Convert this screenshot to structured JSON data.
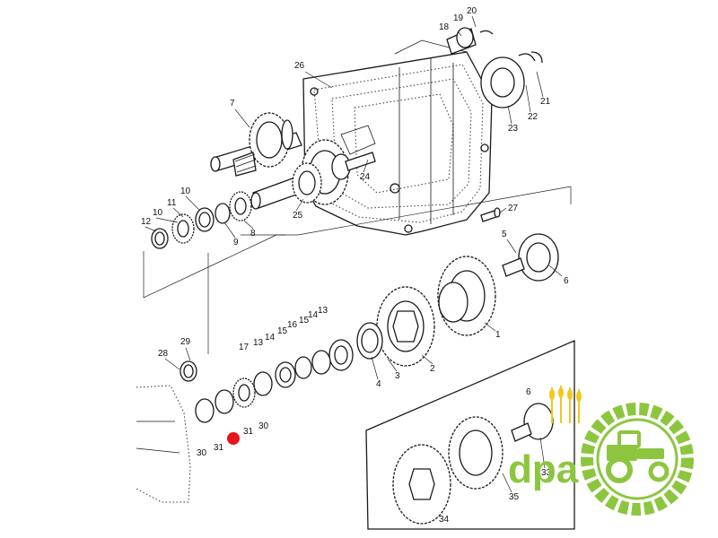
{
  "labels": {
    "p1": "1",
    "p2": "2",
    "p3": "3",
    "p4": "4",
    "p5": "5",
    "p6a": "6",
    "p6b": "6",
    "p7": "7",
    "p8": "8",
    "p9": "9",
    "p10a": "10",
    "p10b": "10",
    "p11": "11",
    "p12": "12",
    "p13a": "13",
    "p13b": "13",
    "p14a": "14",
    "p14b": "14",
    "p15a": "15",
    "p15b": "15",
    "p16": "16",
    "p17": "17",
    "p18": "18",
    "p19": "19",
    "p20": "20",
    "p21": "21",
    "p22": "22",
    "p23": "23",
    "p24": "24",
    "p25": "25",
    "p26": "26",
    "p27": "27",
    "p28": "28",
    "p29": "29",
    "p30a": "30",
    "p30b": "30",
    "p31a": "31",
    "p31b": "31",
    "p33": "33",
    "p34": "34",
    "p35": "35"
  },
  "logo": {
    "text": "dpa"
  },
  "colors": {
    "logo_green": "#8cc63f",
    "marker_red": "#e8141b",
    "ink": "#1a1a1a"
  }
}
